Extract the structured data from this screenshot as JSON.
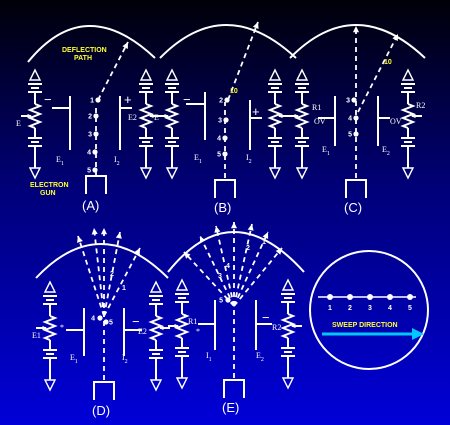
{
  "labels": {
    "deflection_path": [
      "DEFLECTION",
      "PATH"
    ],
    "electron_gun": [
      "ELECTRON",
      "GUN"
    ],
    "sweep_direction": "SWEEP DIRECTION",
    "panels": [
      "(A)",
      "(B)",
      "(C)",
      "(D)",
      "(E)"
    ],
    "e1": "E",
    "e1_sub": "1",
    "i1": "I",
    "i1_sub": "1",
    "i2": "I",
    "i2_sub": "2",
    "r1": "R1",
    "r2": "R2",
    "ov": "OV",
    "plus": "+",
    "minus": "−",
    "positions": [
      "1",
      "2",
      "3",
      "4",
      "5"
    ],
    "ten": "10"
  },
  "colors": {
    "background_top": "#000008",
    "background_bottom": "#0000d8",
    "label_yellow": "#ffff33",
    "sweep_arrow": "#00c8ff",
    "lines": "#ffffff"
  }
}
